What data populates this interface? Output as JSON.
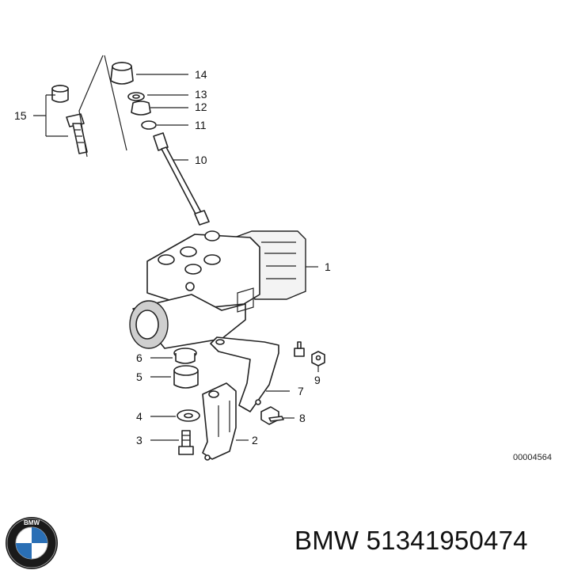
{
  "callouts": {
    "c1": "1",
    "c2": "2",
    "c3": "3",
    "c4": "4",
    "c5": "5",
    "c6": "6",
    "c7": "7",
    "c8": "8",
    "c9": "9",
    "c10": "10",
    "c11": "11",
    "c12": "12",
    "c13": "13",
    "c14": "14",
    "c15": "15"
  },
  "diagram_ref": "00004564",
  "caption": "BMW 51341950474",
  "logo": {
    "text": "BMW",
    "colors": {
      "ring": "#1a1a1a",
      "blue": "#2a6fb5",
      "white": "#ffffff"
    }
  }
}
